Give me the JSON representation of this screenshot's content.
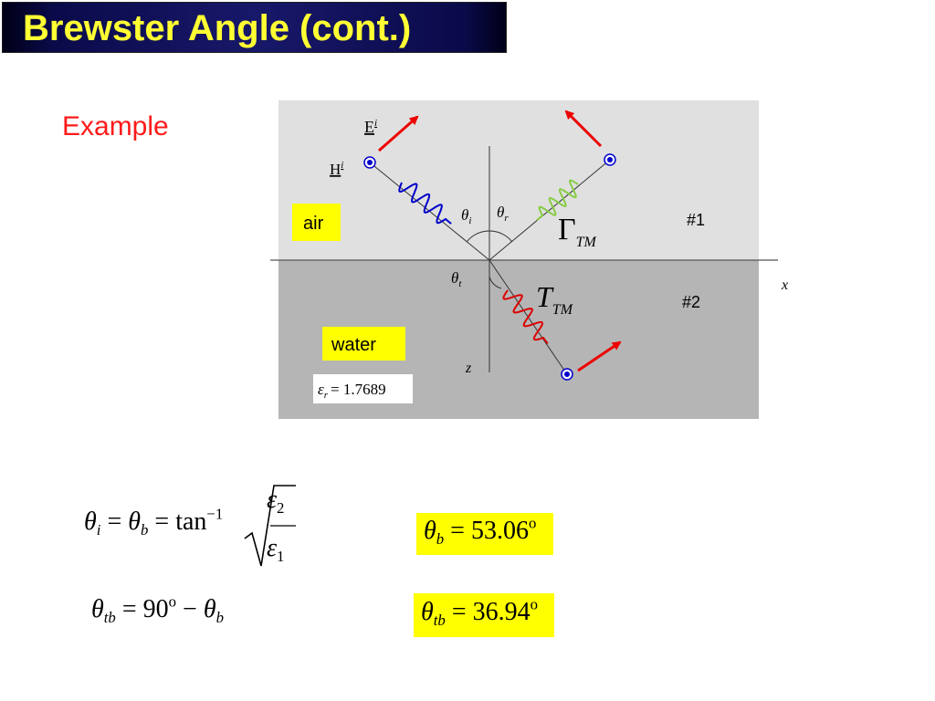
{
  "slide": {
    "title": "Brewster Angle (cont.)",
    "subtitle": "Example"
  },
  "diagram": {
    "incident_E_label": "E",
    "incident_E_sup": "i",
    "incident_H_label": "H",
    "incident_H_sup": "i",
    "theta_i_label": "θ",
    "theta_i_sub": "i",
    "theta_r_label": "θ",
    "theta_r_sub": "r",
    "theta_t_label": "θ",
    "theta_t_sub": "t",
    "gamma_label": "Γ",
    "gamma_sub": "TM",
    "tau_label": "T",
    "tau_sub": "TM",
    "region1_tag": "#1",
    "region2_tag": "#2",
    "medium1_name": "air",
    "medium2_name": "water",
    "x_axis": "x",
    "z_axis": "z",
    "eps_symbol": "ε",
    "eps_sub": "r",
    "eps_value": "= 1.7689",
    "colors": {
      "upper_region": "#e0e0e0",
      "lower_region": "#b5b5b5",
      "incident_wave": "#0000cc",
      "reflected_wave": "#88cc44",
      "transmitted_wave": "#dd0000",
      "field_arrow": "#ee0000",
      "label_box": "#ffff00"
    }
  },
  "equations": {
    "brewster_angle": {
      "theta_i": "θ",
      "sub_i": "i",
      "eq1": "=",
      "theta_b": "θ",
      "sub_b": "b",
      "eq2": "=",
      "func": "tan",
      "func_sup": "−1",
      "num": "ε",
      "num_sub": "2",
      "den": "ε",
      "den_sub": "1"
    },
    "transmission_angle": {
      "theta": "θ",
      "sub": "tb",
      "eq": "= 90",
      "deg": "o",
      "minus": "−",
      "theta_b": "θ",
      "sub_b": "b"
    },
    "result_b": {
      "theta": "θ",
      "sub": "b",
      "value": "= 53.06",
      "deg": "o"
    },
    "result_tb": {
      "theta": "θ",
      "sub": "tb",
      "value": "= 36.94",
      "deg": "o"
    }
  }
}
